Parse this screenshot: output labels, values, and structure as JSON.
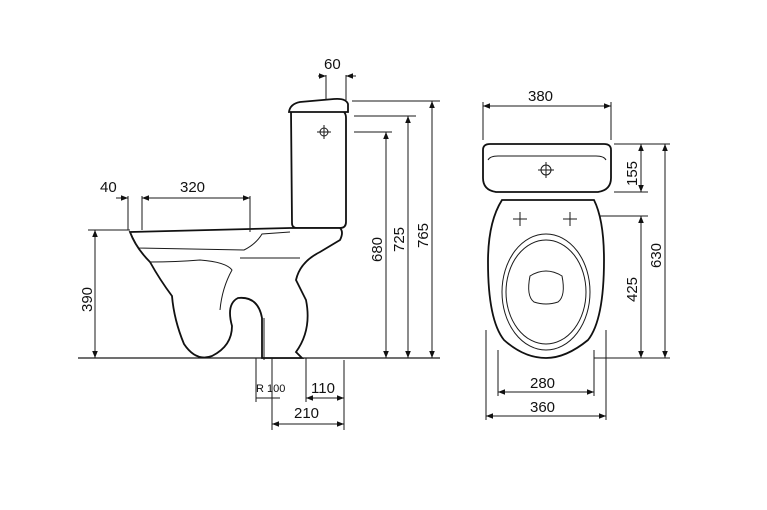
{
  "side_view": {
    "dim_top_width": "60",
    "dim_seat_offset": "40",
    "dim_seat_length": "320",
    "dim_bowl_height": "390",
    "dim_tank_top": "680",
    "dim_lid_top": "725",
    "dim_total_height": "765",
    "dim_outlet_radius": "R 100",
    "dim_outlet_height": "110",
    "dim_outlet_offset": "210"
  },
  "top_view": {
    "dim_tank_width": "380",
    "dim_tank_depth": "155",
    "dim_total_depth": "630",
    "dim_bowl_depth": "425",
    "dim_bowl_inner_width": "280",
    "dim_bowl_outer_width": "360"
  }
}
